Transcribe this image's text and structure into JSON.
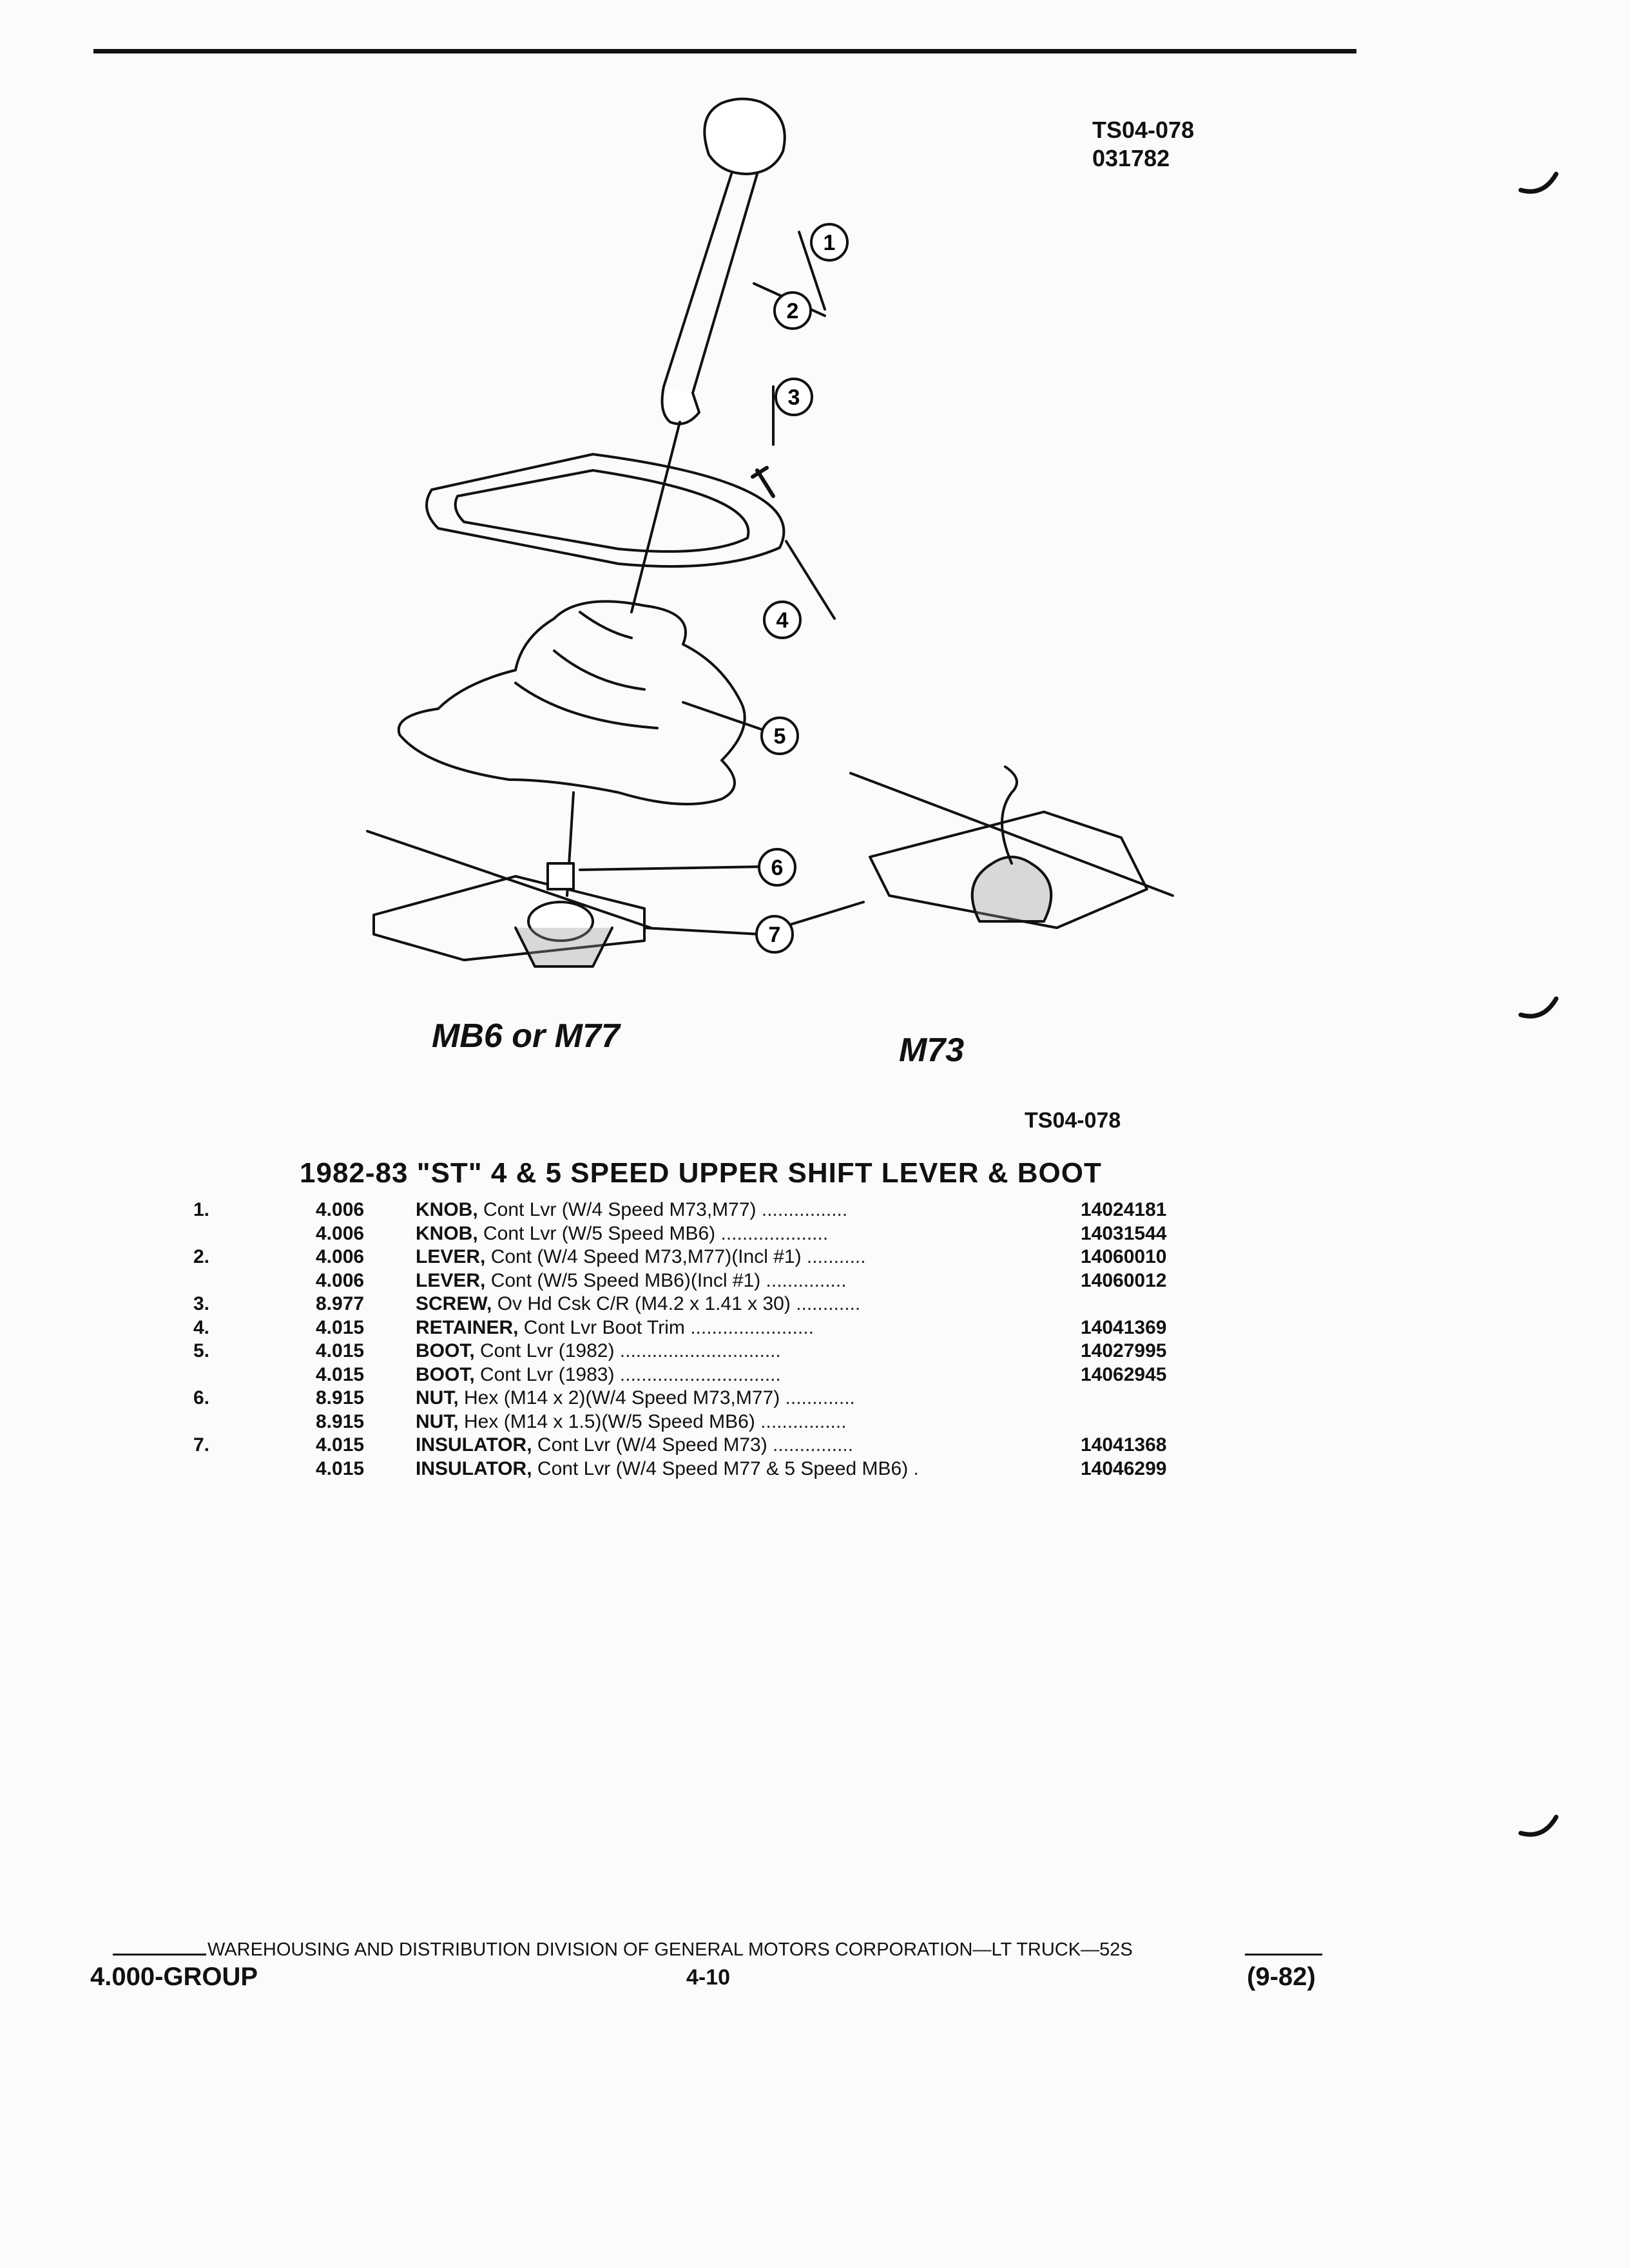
{
  "header": {
    "figure_id": "TS04-078",
    "figure_date": "031782"
  },
  "diagram": {
    "callouts": [
      "1",
      "2",
      "3",
      "4",
      "5",
      "6",
      "7"
    ],
    "caption_left": "MB6 or M77",
    "caption_right": "M73"
  },
  "figure_ref": "TS04-078",
  "section_title": "1982-83 \"ST\" 4 & 5 SPEED UPPER SHIFT LEVER & BOOT",
  "parts": [
    {
      "ref": "1.",
      "group": "4.006",
      "name": "KNOB,",
      "desc": "Cont Lvr (W/4 Speed M73,M77)",
      "dots": " ................",
      "part": "14024181"
    },
    {
      "ref": "",
      "group": "4.006",
      "name": "KNOB,",
      "desc": "Cont Lvr (W/5 Speed MB6)",
      "dots": " ....................",
      "part": "14031544"
    },
    {
      "ref": "2.",
      "group": "4.006",
      "name": "LEVER,",
      "desc": "Cont (W/4 Speed M73,M77)(Incl #1)",
      "dots": " ...........",
      "part": "14060010"
    },
    {
      "ref": "",
      "group": "4.006",
      "name": "LEVER,",
      "desc": "Cont (W/5 Speed MB6)(Incl #1)",
      "dots": " ...............",
      "part": "14060012"
    },
    {
      "ref": "3.",
      "group": "8.977",
      "name": "SCREW,",
      "desc": "Ov Hd Csk C/R (M4.2 x 1.41 x 30)",
      "dots": " ............",
      "part": ""
    },
    {
      "ref": "4.",
      "group": "4.015",
      "name": "RETAINER,",
      "desc": "Cont Lvr Boot Trim",
      "dots": " .......................",
      "part": "14041369"
    },
    {
      "ref": "5.",
      "group": "4.015",
      "name": "BOOT,",
      "desc": "Cont Lvr (1982)",
      "dots": " ..............................",
      "part": "14027995"
    },
    {
      "ref": "",
      "group": "4.015",
      "name": "BOOT,",
      "desc": "Cont Lvr (1983)",
      "dots": " ..............................",
      "part": "14062945"
    },
    {
      "ref": "6.",
      "group": "8.915",
      "name": "NUT,",
      "desc": "Hex (M14 x 2)(W/4 Speed M73,M77)",
      "dots": " .............",
      "part": ""
    },
    {
      "ref": "",
      "group": "8.915",
      "name": "NUT,",
      "desc": "Hex (M14 x 1.5)(W/5 Speed MB6)",
      "dots": " ................",
      "part": ""
    },
    {
      "ref": "7.",
      "group": "4.015",
      "name": "INSULATOR,",
      "desc": "Cont Lvr (W/4 Speed M73)",
      "dots": " ...............",
      "part": "14041368"
    },
    {
      "ref": "",
      "group": "4.015",
      "name": "INSULATOR,",
      "desc": "Cont Lvr (W/4 Speed M77 & 5 Speed MB6)",
      "dots": " .",
      "part": "14046299"
    }
  ],
  "footer": {
    "line": "WAREHOUSING AND DISTRIBUTION  DIVISION OF GENERAL MOTORS CORPORATION—LT TRUCK—52S",
    "group": "4.000-GROUP",
    "page": "4-10",
    "date": "(9-82)"
  }
}
